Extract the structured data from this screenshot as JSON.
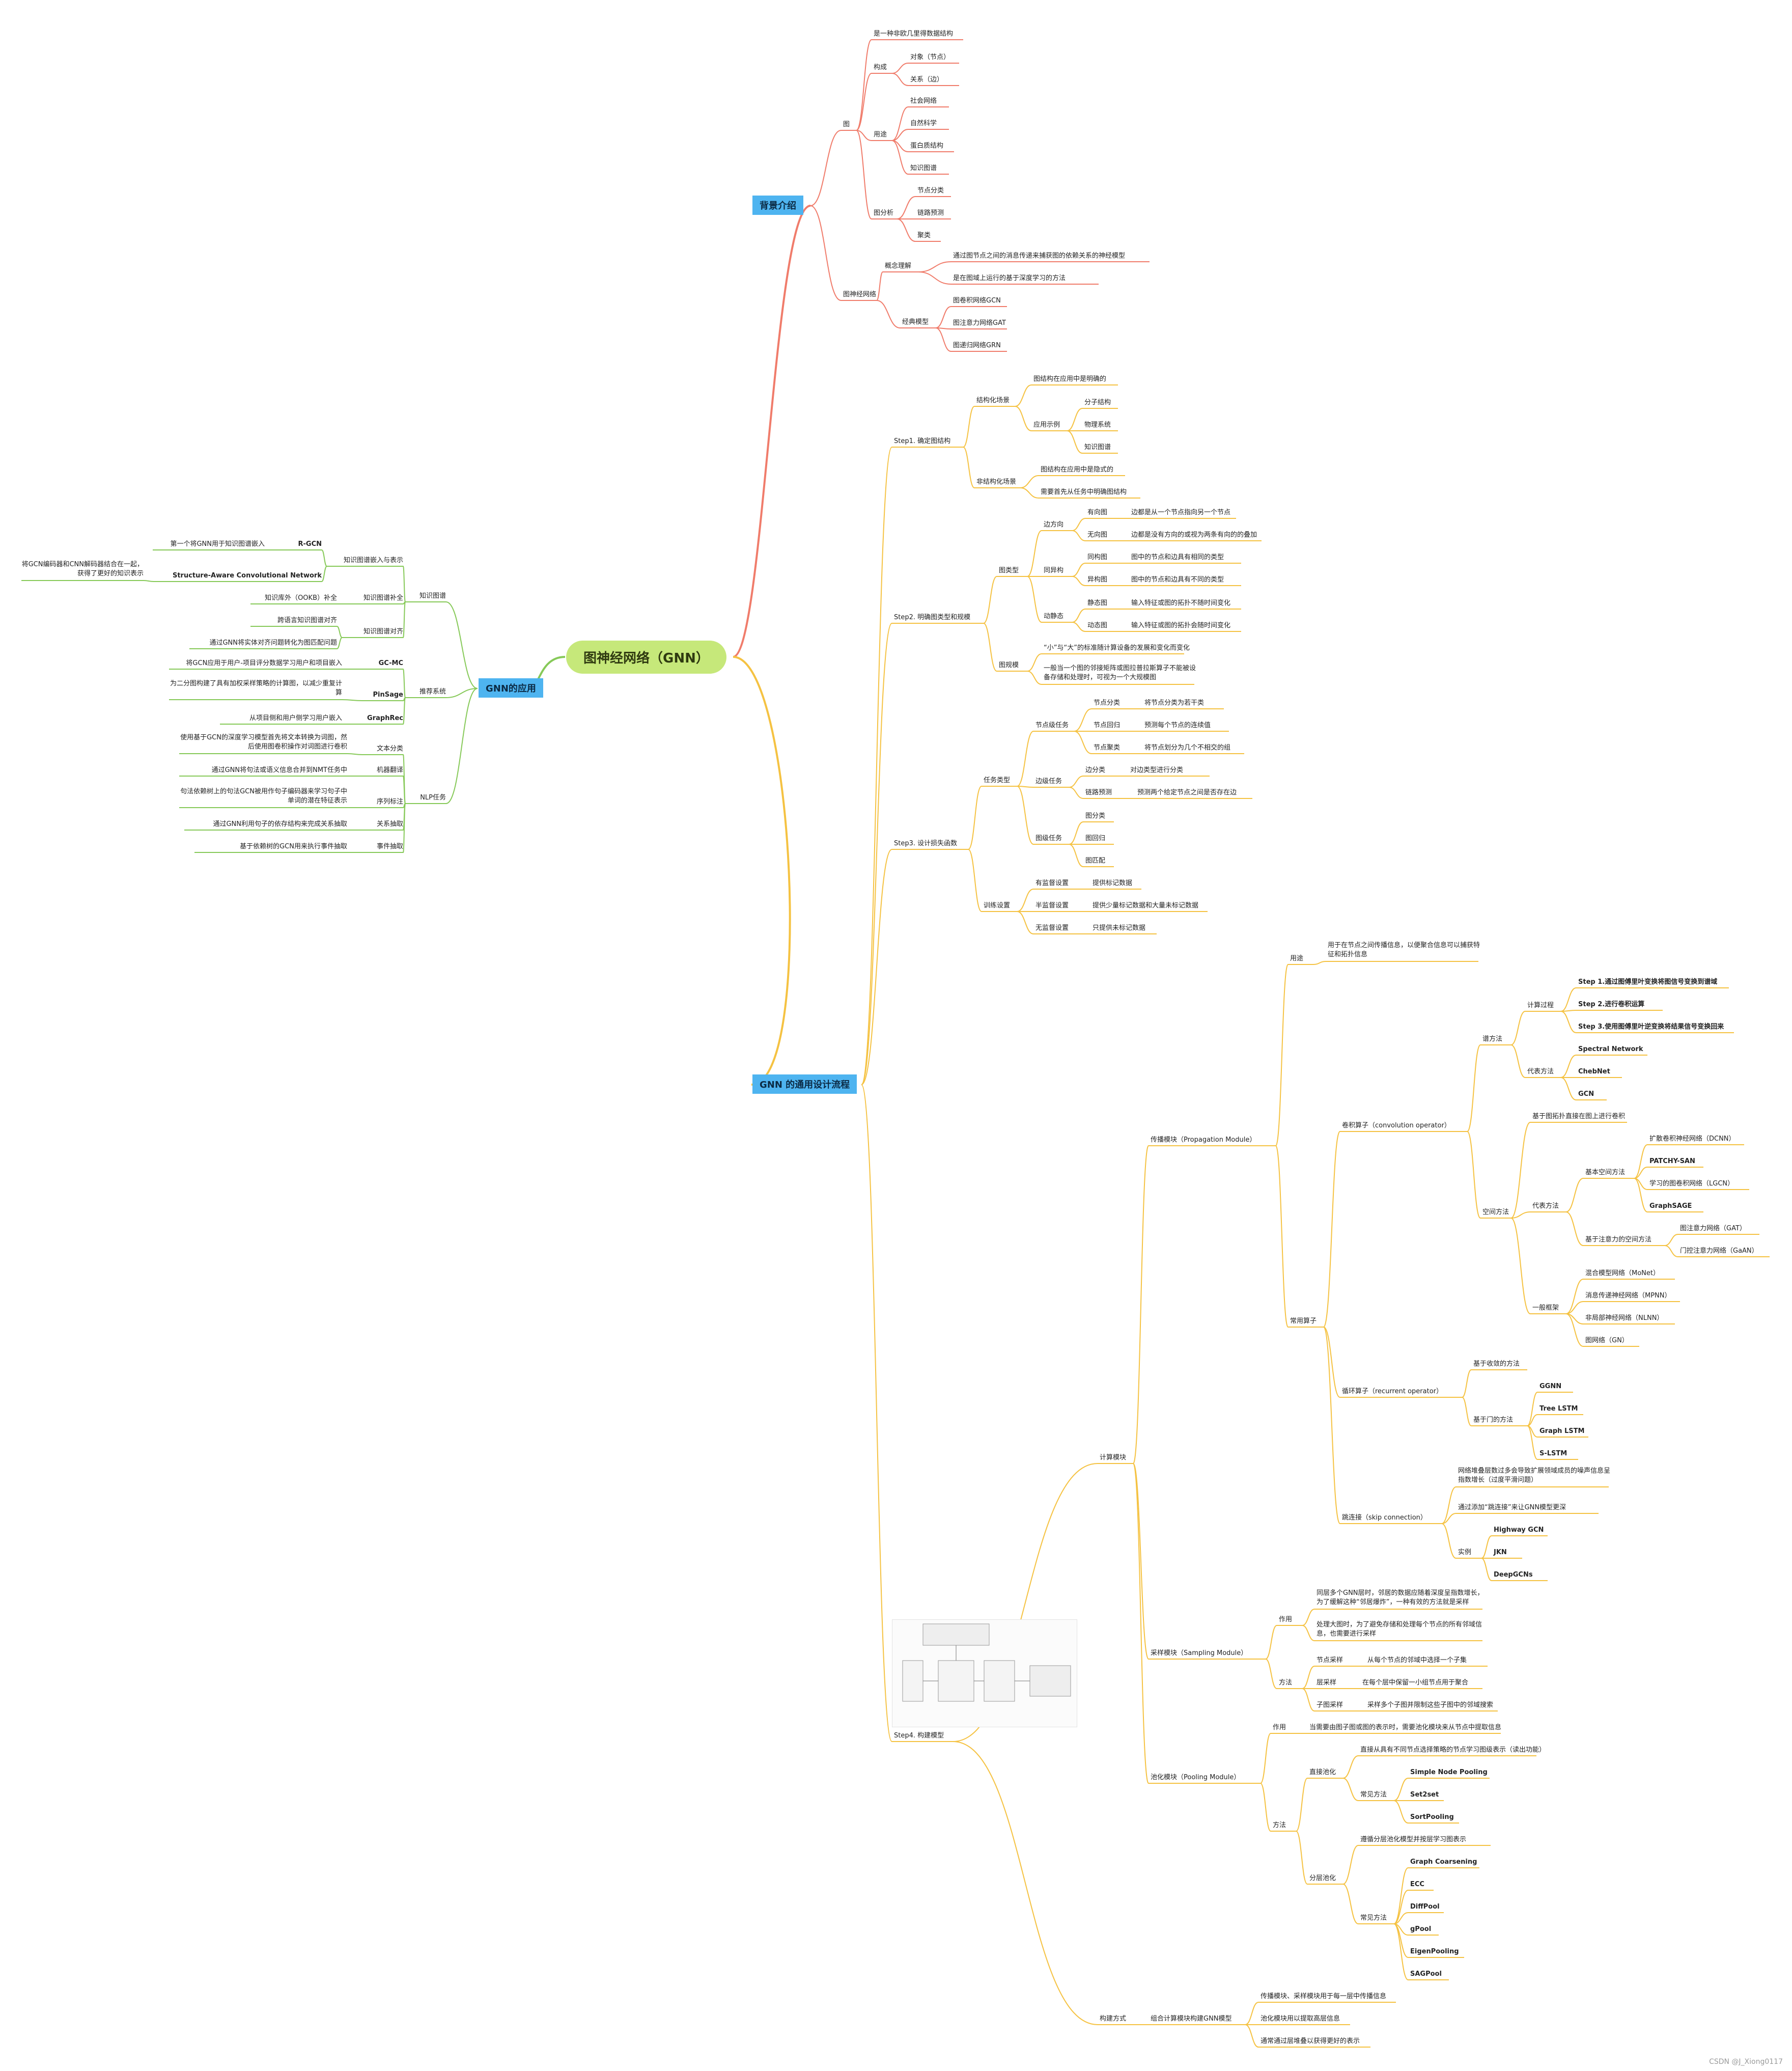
{
  "root": "图神经网络（GNN）",
  "colors": {
    "red": "#f07c6b",
    "yellow": "#f5c242",
    "green": "#86c958",
    "root_bg": "#c6e87a",
    "sec_bg": "#4eb4f0"
  },
  "sections": {
    "bg": "背景介绍",
    "flow": "GNN 的通用设计流程",
    "app": "GNN的应用"
  },
  "bg": {
    "b1": "是一种非欧几里得数据结构",
    "b2": "构成",
    "b2a": "对象（节点）",
    "b2b": "关系（边）",
    "b3": "用途",
    "b3a": "社会网络",
    "b3b": "自然科学",
    "b3c": "蛋白质结构",
    "b3d": "知识图谱",
    "b4": "图分析",
    "b4a": "节点分类",
    "b4b": "链路预测",
    "b4c": "聚类",
    "graph": "图",
    "gnn": "图神经网络",
    "c1": "概念理解",
    "c1a": "通过图节点之间的消息传递来捕获图的依赖关系的神经模型",
    "c1b": "是在图域上运行的基于深度学习的方法",
    "c2": "经典模型",
    "c2a": "图卷积网络GCN",
    "c2b": "图注意力网络GAT",
    "c2c": "图递归网络GRN"
  },
  "s1": {
    "title": "Step1. 确定图结构",
    "a": "结构化场景",
    "a1": "图结构在应用中是明确的",
    "a2": "应用示例",
    "a2a": "分子结构",
    "a2b": "物理系统",
    "a2c": "知识图谱",
    "b": "非结构化场景",
    "b1": "图结构在应用中是隐式的",
    "b2": "需要首先从任务中明确图结构"
  },
  "s2": {
    "title": "Step2. 明确图类型和规模",
    "t": "图类型",
    "d": "边方向",
    "d1": "有向图",
    "d1t": "边都是从一个节点指向另一个节点",
    "d2": "无向图",
    "d2t": "边都是没有方向的或视为两条有向的的叠加",
    "h": "同异构",
    "h1": "同构图",
    "h1t": "图中的节点和边具有相同的类型",
    "h2": "异构图",
    "h2t": "图中的节点和边具有不同的类型",
    "s": "动静态",
    "s1": "静态图",
    "s1t": "输入特征或图的拓扑不随时间变化",
    "s2": "动态图",
    "s2t": "输入特征或图的拓扑会随时间变化",
    "sc": "图规模",
    "sc1": "“小”与“大”的标准随计算设备的发展和变化而变化",
    "sc2": "一般当一个图的邻接矩阵或图拉普拉斯算子不能被设备存储和处理时，可视为一个大规模图"
  },
  "s3": {
    "title": "Step3. 设计损失函数",
    "task": "任务类型",
    "n": "节点级任务",
    "n1": "节点分类",
    "n1t": "将节点分类为若干类",
    "n2": "节点回归",
    "n2t": "预测每个节点的连续值",
    "n3": "节点聚类",
    "n3t": "将节点划分为几个不相交的组",
    "e": "边级任务",
    "e1": "边分类",
    "e1t": "对边类型进行分类",
    "e2": "链路预测",
    "e2t": "预测两个给定节点之间是否存在边",
    "g": "图级任务",
    "g1": "图分类",
    "g2": "图回归",
    "g3": "图匹配",
    "train": "训练设置",
    "t1": "有监督设置",
    "t1t": "提供标记数据",
    "t2": "半监督设置",
    "t2t": "提供少量标记数据和大量未标记数据",
    "t3": "无监督设置",
    "t3t": "只提供未标记数据"
  },
  "s4": {
    "title": "Step4. 构建模型",
    "calc": "计算模块",
    "prop": "传播模块（Propagation Module）",
    "use": "用途",
    "use_t": "用于在节点之间传播信息，以便聚合信息可以捕获特征和拓扑信息",
    "ops": "常用算子",
    "conv": "卷积算子（convolution operator）",
    "spec": "谱方法",
    "calcp": "计算过程",
    "st1": "Step 1.通过图傅里叶变换将图信号变换到谱域",
    "st2": "Step 2.进行卷积运算",
    "st3": "Step 3.使用图傅里叶逆变换将结果信号变换回来",
    "rep": "代表方法",
    "r1": "Spectral Network",
    "r2": "ChebNet",
    "r3": "GCN",
    "spat": "空间方法",
    "spat_t": "基于图拓扑直接在图上进行卷积",
    "repm": "代表方法",
    "basic": "基本空间方法",
    "bs1": "扩散卷积神经网络（DCNN）",
    "bs2": "PATCHY-SAN",
    "bs3": "学习的图卷积网络（LGCN）",
    "bs4": "GraphSAGE",
    "att": "基于注意力的空间方法",
    "at1": "图注意力网络（GAT）",
    "at2": "门控注意力网络（GaAN）",
    "gen": "一般框架",
    "g1": "混合模型网络（MoNet）",
    "g2": "消息传递神经网络（MPNN）",
    "g3": "非局部神经网络（NLNN）",
    "g4": "图网络（GN）",
    "rec": "循环算子（recurrent operator）",
    "rc1": "基于收敛的方法",
    "rc2": "基于门的方法",
    "rg1": "GGNN",
    "rg2": "Tree LSTM",
    "rg3": "Graph LSTM",
    "rg4": "S-LSTM",
    "skip": "跳连接（skip connection）",
    "sk1": "网络堆叠层数过多会导致扩展领域成员的噪声信息呈指数增长（过度平滑问题）",
    "sk2": "通过添加“跳连接”来让GNN模型更深",
    "ex": "实例",
    "ex1": "Highway GCN",
    "ex2": "JKN",
    "ex3": "DeepGCNs",
    "samp": "采样模块（Sampling Module）",
    "sp_use": "作用",
    "sp_u1": "同层多个GNN层时，邻居的数据应随着深度呈指数增长，为了缓解这种“邻居爆炸”，一种有效的方法就是采样",
    "sp_u2": "处理大图时，为了避免存储和处理每个节点的所有邻域信息，也需要进行采样",
    "sp_m": "方法",
    "sm1": "节点采样",
    "sm1t": "从每个节点的邻域中选择一个子集",
    "sm2": "层采样",
    "sm2t": "在每个层中保留一小组节点用于聚合",
    "sm3": "子图采样",
    "sm3t": "采样多个子图并限制这些子图中的邻域搜索",
    "pool": "池化模块（Pooling Module）",
    "pl_use": "作用",
    "pl_ut": "当需要由图子图或图的表示时，需要池化模块来从节点中提取信息",
    "pl_m": "方法",
    "dir": "直接池化",
    "dir_t": "直接从具有不同节点选择策略的节点学习图级表示（读出功能）",
    "dcm": "常见方法",
    "dp1": "Simple Node Pooling",
    "dp2": "Set2set",
    "dp3": "SortPooling",
    "hier": "分层池化",
    "hier_t": "遵循分层池化模型并按层学习图表示",
    "hcm": "常见方法",
    "hp1": "Graph Coarsening",
    "hp2": "ECC",
    "hp3": "DiffPool",
    "hp4": "gPool",
    "hp5": "EigenPooling",
    "hp6": "SAGPool",
    "build": "构建方式",
    "build_t": "组合计算模块构建GNN模型",
    "b1": "传播模块、采样模块用于每一层中传播信息",
    "b2": "池化模块用以提取高层信息",
    "b3": "通常通过层堆叠以获得更好的表示"
  },
  "app": {
    "kg": "知识图谱",
    "kg1": "知识图谱嵌入与表示",
    "kg1a": "第一个将GNN用于知识图谱嵌入",
    "kg1a_m": "R-GCN",
    "kg1b": "将GCN编码器和CNN解码器结合在一起，获得了更好的知识表示",
    "kg1b_m": "Structure-Aware Convolutional Network",
    "kg2": "知识图谱补全",
    "kg2a": "知识库外（OOKB）补全",
    "kg3": "知识图谱对齐",
    "kg3a": "跨语言知识图谱对齐",
    "kg3b": "通过GNN将实体对齐问题转化为图匹配问题",
    "rs": "推荐系统",
    "rs1": "将GCN应用于用户-项目评分数据学习用户和项目嵌入",
    "rs1_m": "GC-MC",
    "rs2": "为二分图构建了具有加权采样策略的计算图，以减少重复计算",
    "rs2_m": "PinSage",
    "rs3": "从项目侧和用户侧学习用户嵌入",
    "rs3_m": "GraphRec",
    "nlp": "NLP任务",
    "n1": "使用基于GCN的深度学习模型首先将文本转换为词图，然后使用图卷积操作对词图进行卷积",
    "n1_m": "文本分类",
    "n2": "通过GNN将句法或语义信息合并到NMT任务中",
    "n2_m": "机器翻译",
    "n3": "句法依赖树上的句法GCN被用作句子编码器来学习句子中单词的潜在特征表示",
    "n3_m": "序列标注",
    "n4": "通过GNN利用句子的依存结构来完成关系抽取",
    "n4_m": "关系抽取",
    "n5": "基于依赖树的GCN用来执行事件抽取",
    "n5_m": "事件抽取"
  },
  "footer": "CSDN @J_Xiong0117"
}
